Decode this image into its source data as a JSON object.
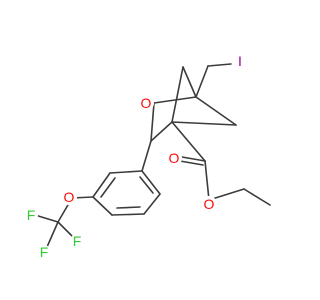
{
  "colors": {
    "bond": "#3c3c3c",
    "oxygen": "#ff0d0d",
    "iodine": "#940094",
    "fluorine": "#33cc33",
    "background": "#ffffff"
  },
  "atoms": {
    "iodine": "I",
    "ring_oxygen": "O",
    "carbonyl_oxygen": "O",
    "ester_oxygen": "O",
    "ether_oxygen": "O",
    "fluorine_1": "F",
    "fluorine_2": "F",
    "fluorine_3": "F"
  }
}
